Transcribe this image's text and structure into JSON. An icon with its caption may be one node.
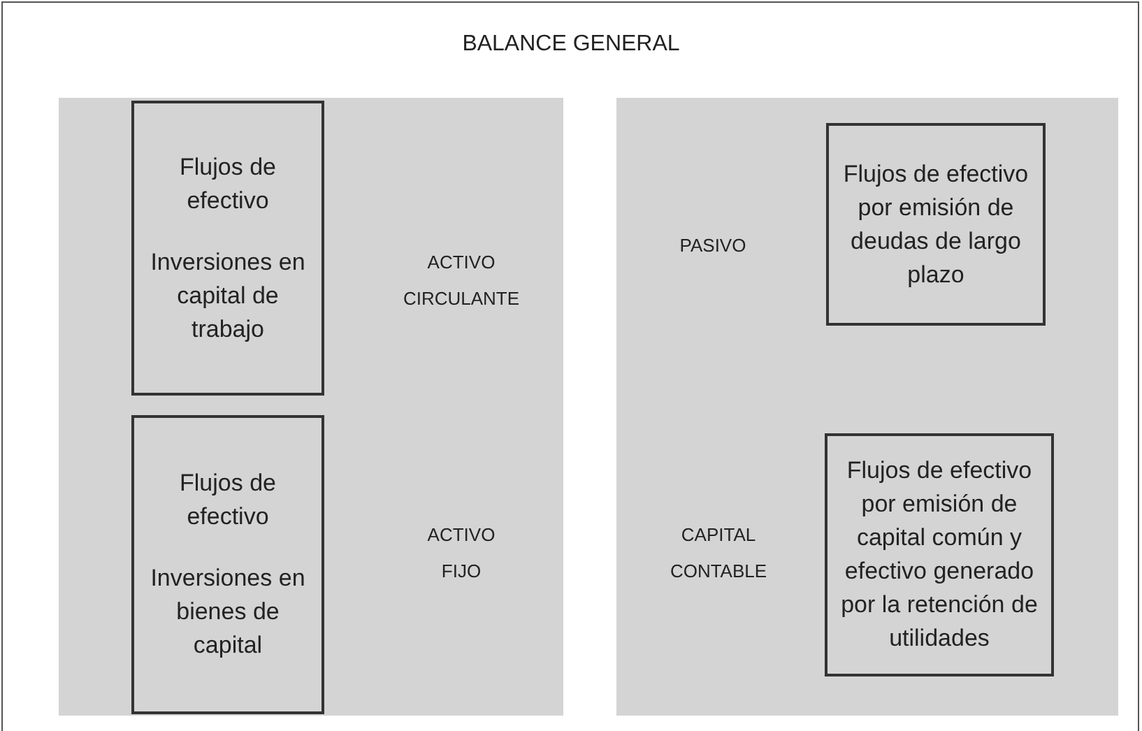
{
  "diagram": {
    "title": "BALANCE GENERAL",
    "nodes": [
      {
        "text": [],
        "shape": "box"
      },
      {
        "text": [
          "Flujos de efectivo",
          "Inversiones en capital de trabajo"
        ],
        "in": 0
      },
      {
        "text": [
          "Flujos de efectivo",
          "Inversiones en bienes de capital"
        ],
        "in": 0
      },
      {
        "text": [],
        "shape": "box"
      },
      {
        "text": [
          "Flujos de efectivo por emisión de deudas de largo plazo"
        ],
        "in": 3
      },
      {
        "text": [
          "Flujos de efectivo por emisión de capital común y efectivo generado por la retención de utilidades"
        ],
        "in": 3
      }
    ],
    "labels": [
      "ACTIVO CIRCULANTE",
      "PASIVO",
      "ACTIVO FIJO",
      "CAPITAL CONTABLE"
    ]
  }
}
